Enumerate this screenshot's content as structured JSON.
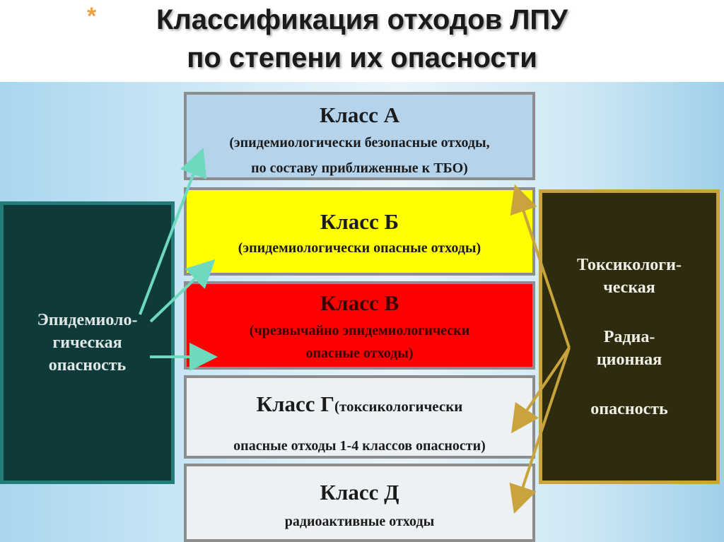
{
  "title": {
    "asterisk": "*",
    "line1": "Классификация отходов ЛПУ",
    "line2": "по степени их опасности"
  },
  "left_box": {
    "line1": "Эпидемиоло-",
    "line2": "гическая",
    "line3": "опасность"
  },
  "right_box": {
    "line1": "Токсикологи-",
    "line2": "ческая",
    "line3": "Радиа-",
    "line4": "ционная",
    "line5": "опасность"
  },
  "classes": [
    {
      "title": "Класс А",
      "desc1": "(эпидемиологически безопасные отходы,",
      "desc2": "по составу приближенные к ТБО)",
      "color": "#b5d4ec"
    },
    {
      "title": "Класс Б",
      "desc1": "(эпидемиологически опасные отходы)",
      "color": "#ffff00"
    },
    {
      "title": "Класс В",
      "desc1": "(чрезвычайно эпидемиологически",
      "desc2": "опасные отходы)",
      "color": "#ff0000"
    },
    {
      "title": "Класс Г",
      "desc_inline": "(токсикологически",
      "desc2": "опасные отходы 1-4 классов опасности)",
      "color": "#eef1f4"
    },
    {
      "title": "Класс Д",
      "desc1": "радиоактивные отходы",
      "color": "#eef1f4"
    }
  ],
  "colors": {
    "left_arrows": "#6fd9c0",
    "right_arrows": "#c9a43c"
  }
}
